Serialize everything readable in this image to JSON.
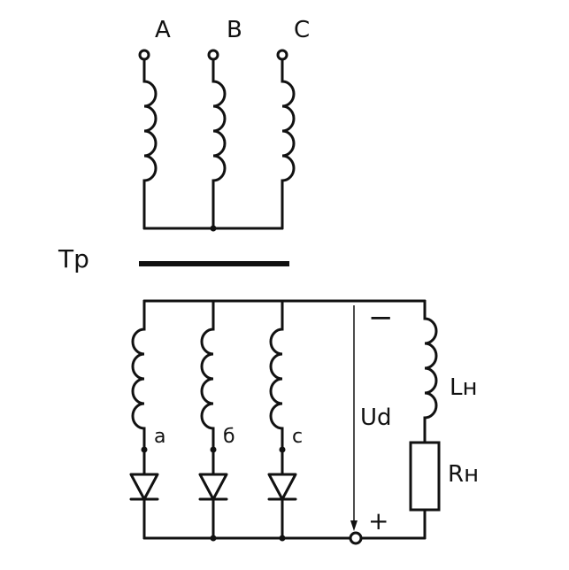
{
  "labels": {
    "phase_a": "A",
    "phase_b": "B",
    "phase_c": "C",
    "transformer": "Tp",
    "sec_a": "a",
    "sec_b": "б",
    "sec_c": "c",
    "voltage": "Ud",
    "minus": "−",
    "plus": "+",
    "inductor": "Lн",
    "resistor": "Rн"
  },
  "colors": {
    "ink": "#111111",
    "paper": "#ffffff"
  }
}
